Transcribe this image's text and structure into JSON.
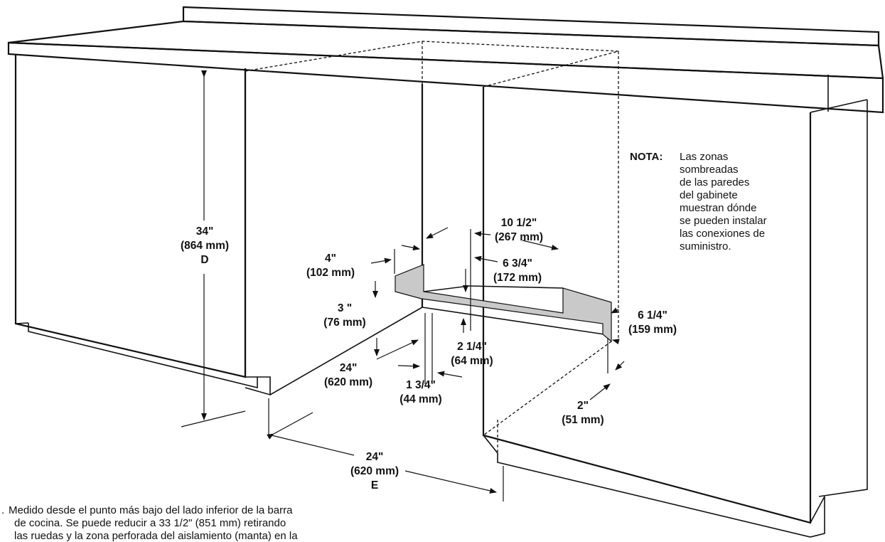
{
  "dimensions": {
    "d": {
      "value": "34\"",
      "metric": "(864 mm)",
      "letter": "D"
    },
    "e": {
      "value": "24\"",
      "metric": "(620 mm)",
      "letter": "E"
    },
    "depth_left": {
      "value": "24\"",
      "metric": "(620 mm)"
    },
    "four": {
      "value": "4\"",
      "metric": "(102 mm)"
    },
    "three": {
      "value": "3 \"",
      "metric": "(76 mm)"
    },
    "ten_half": {
      "value": "10 1/2\"",
      "metric": "(267 mm)"
    },
    "six_three_quarter": {
      "value": "6 3/4\"",
      "metric": "(172 mm)"
    },
    "two_quarter": {
      "value": "2 1/4\"",
      "metric": "(64 mm)"
    },
    "one_three_quarter": {
      "value": "1 3/4\"",
      "metric": "(44 mm)"
    },
    "six_quarter": {
      "value": "6 1/4\"",
      "metric": "(159 mm)"
    },
    "two": {
      "value": "2\"",
      "metric": "(51 mm)"
    }
  },
  "note": {
    "label": "NOTA:",
    "lines": [
      "Las zonas",
      "sombreadas",
      "de las paredes",
      "del gabinete",
      "muestran dónde",
      "se pueden instalar",
      "las conexiones de",
      "suministro."
    ]
  },
  "footnote": {
    "lines": [
      "Medido desde el punto más bajo del lado inferior de la barra",
      "de cocina. Se puede reducir a 33 1/2\" (851 mm) retirando",
      "las ruedas y la zona perforada del aislamiento (manta) en la"
    ]
  },
  "colors": {
    "shade": "#c9c9c9",
    "line": "#111111"
  }
}
